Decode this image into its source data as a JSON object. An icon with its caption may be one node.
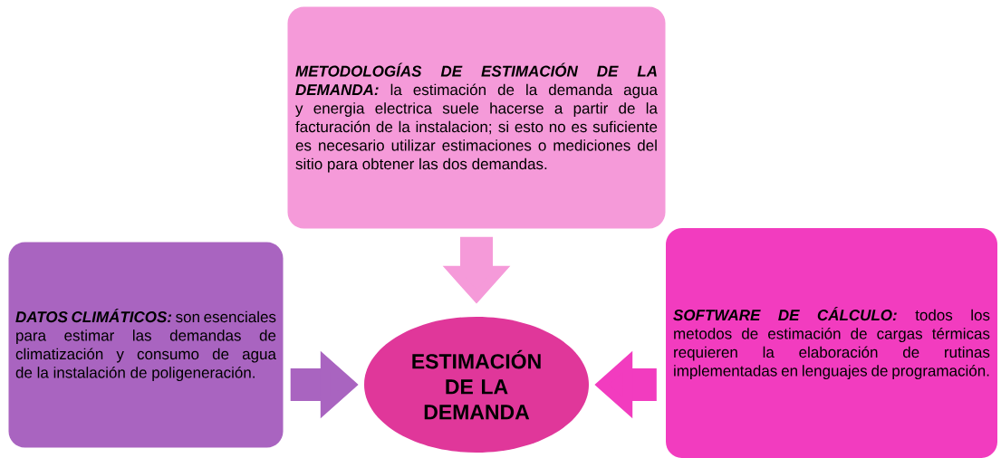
{
  "diagram": {
    "nodes": [
      {
        "text": [
          "METODOLOGÍAS DE ESTIMACIÓN DE LA DEMANDA:",
          "la estimación de la demanda agua y energia electrica suele hacerse a partir de la facturación de la instalacion; si esto no es suficiente es necesario utilizar estimaciones o mediciones del sitio para obtener las dos demandas."
        ]
      },
      {
        "text": [
          "DATOS CLIMÁTICOS:",
          "son esenciales para estimar las demandas de climatización y consumo de agua de la instalación de poligeneración."
        ]
      },
      {
        "text": [
          "ESTIMACIÓN DE LA DEMANDA"
        ]
      },
      {
        "text": [
          "SOFTWARE DE CÁLCULO:",
          "todos los metodos de estimación de cargas térmicas requieren la elaboración de rutinas implementadas en lenguajes de programación."
        ]
      }
    ],
    "edges": [
      {
        "from": 0,
        "to": 2,
        "arrow": "to",
        "color": "#f59ad9"
      },
      {
        "from": 1,
        "to": 2,
        "arrow": "to",
        "color": "#a964c0"
      },
      {
        "from": 3,
        "to": 2,
        "arrow": "to",
        "color": "#f23cbf"
      }
    ]
  }
}
